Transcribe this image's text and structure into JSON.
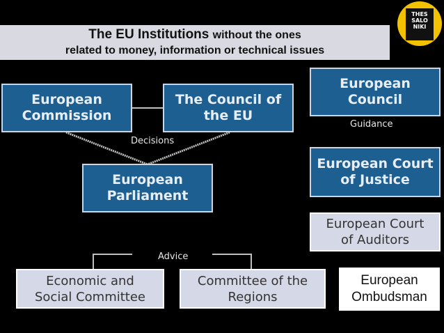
{
  "title": {
    "line1_bold": "The EU Institutions",
    "line1_rest": "without the ones",
    "line2": "related to money, information or technical issues"
  },
  "logo": {
    "line1": "THES",
    "line2": "SALO",
    "line3": "NIKI",
    "icon": "thessaloniki-logo"
  },
  "boxes": {
    "commission": "European\nCommission",
    "council_eu": "The Council of\nthe EU",
    "european_council": "European\nCouncil",
    "parliament": "European\nParliament",
    "court_justice": "European Court\nof Justice",
    "court_auditors": "European Court\nof Auditors",
    "economic_social": "Economic and\nSocial Committee",
    "regions": "Committee of the\nRegions",
    "ombudsman": "European\nOmbudsman"
  },
  "labels": {
    "decisions": "Decisions",
    "guidance": "Guidance",
    "advice": "Advice"
  },
  "colors": {
    "background": "#000000",
    "blue_box": "#1e5f92",
    "grey_box": "#d5d8e6",
    "title_bar": "#d9d9e2",
    "logo": "#f2c200"
  }
}
